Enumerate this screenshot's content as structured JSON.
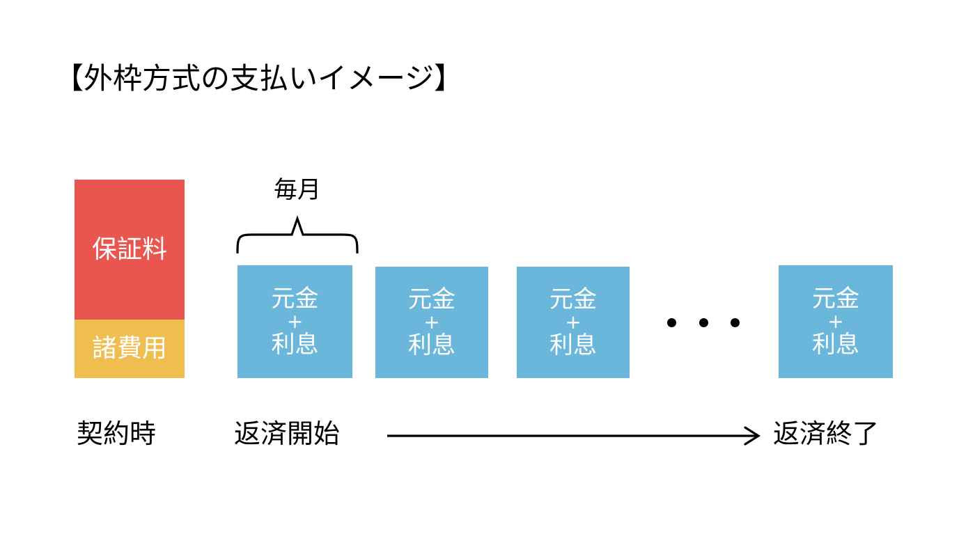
{
  "title": "【外枠方式の支払いイメージ】",
  "upfront": {
    "segments": [
      {
        "label": "保証料",
        "color": "#e9554f",
        "name": "guarantee-fee"
      },
      {
        "label": "諸費用",
        "color": "#efbd50",
        "name": "misc-fees"
      }
    ]
  },
  "monthly": {
    "bracket_label": "毎月",
    "box_lines": {
      "principal": "元金",
      "plus": "+",
      "interest": "利息"
    },
    "boxes": [
      {
        "principal": "元金",
        "plus": "+",
        "interest": "利息"
      },
      {
        "principal": "元金",
        "plus": "+",
        "interest": "利息"
      },
      {
        "principal": "元金",
        "plus": "+",
        "interest": "利息"
      },
      {
        "principal": "元金",
        "plus": "+",
        "interest": "利息"
      }
    ],
    "ellipsis": "・・・",
    "box_color": "#6bb7db"
  },
  "timeline": {
    "contract_label": "契約時",
    "start_label": "返済開始",
    "end_label": "返済終了",
    "arrow": "arrow-right"
  },
  "colors": {
    "background": "#ffffff",
    "text": "#000000",
    "guarantee": "#e9554f",
    "fees": "#efbd50",
    "payment": "#6bb7db",
    "box_text": "#ffffff"
  }
}
